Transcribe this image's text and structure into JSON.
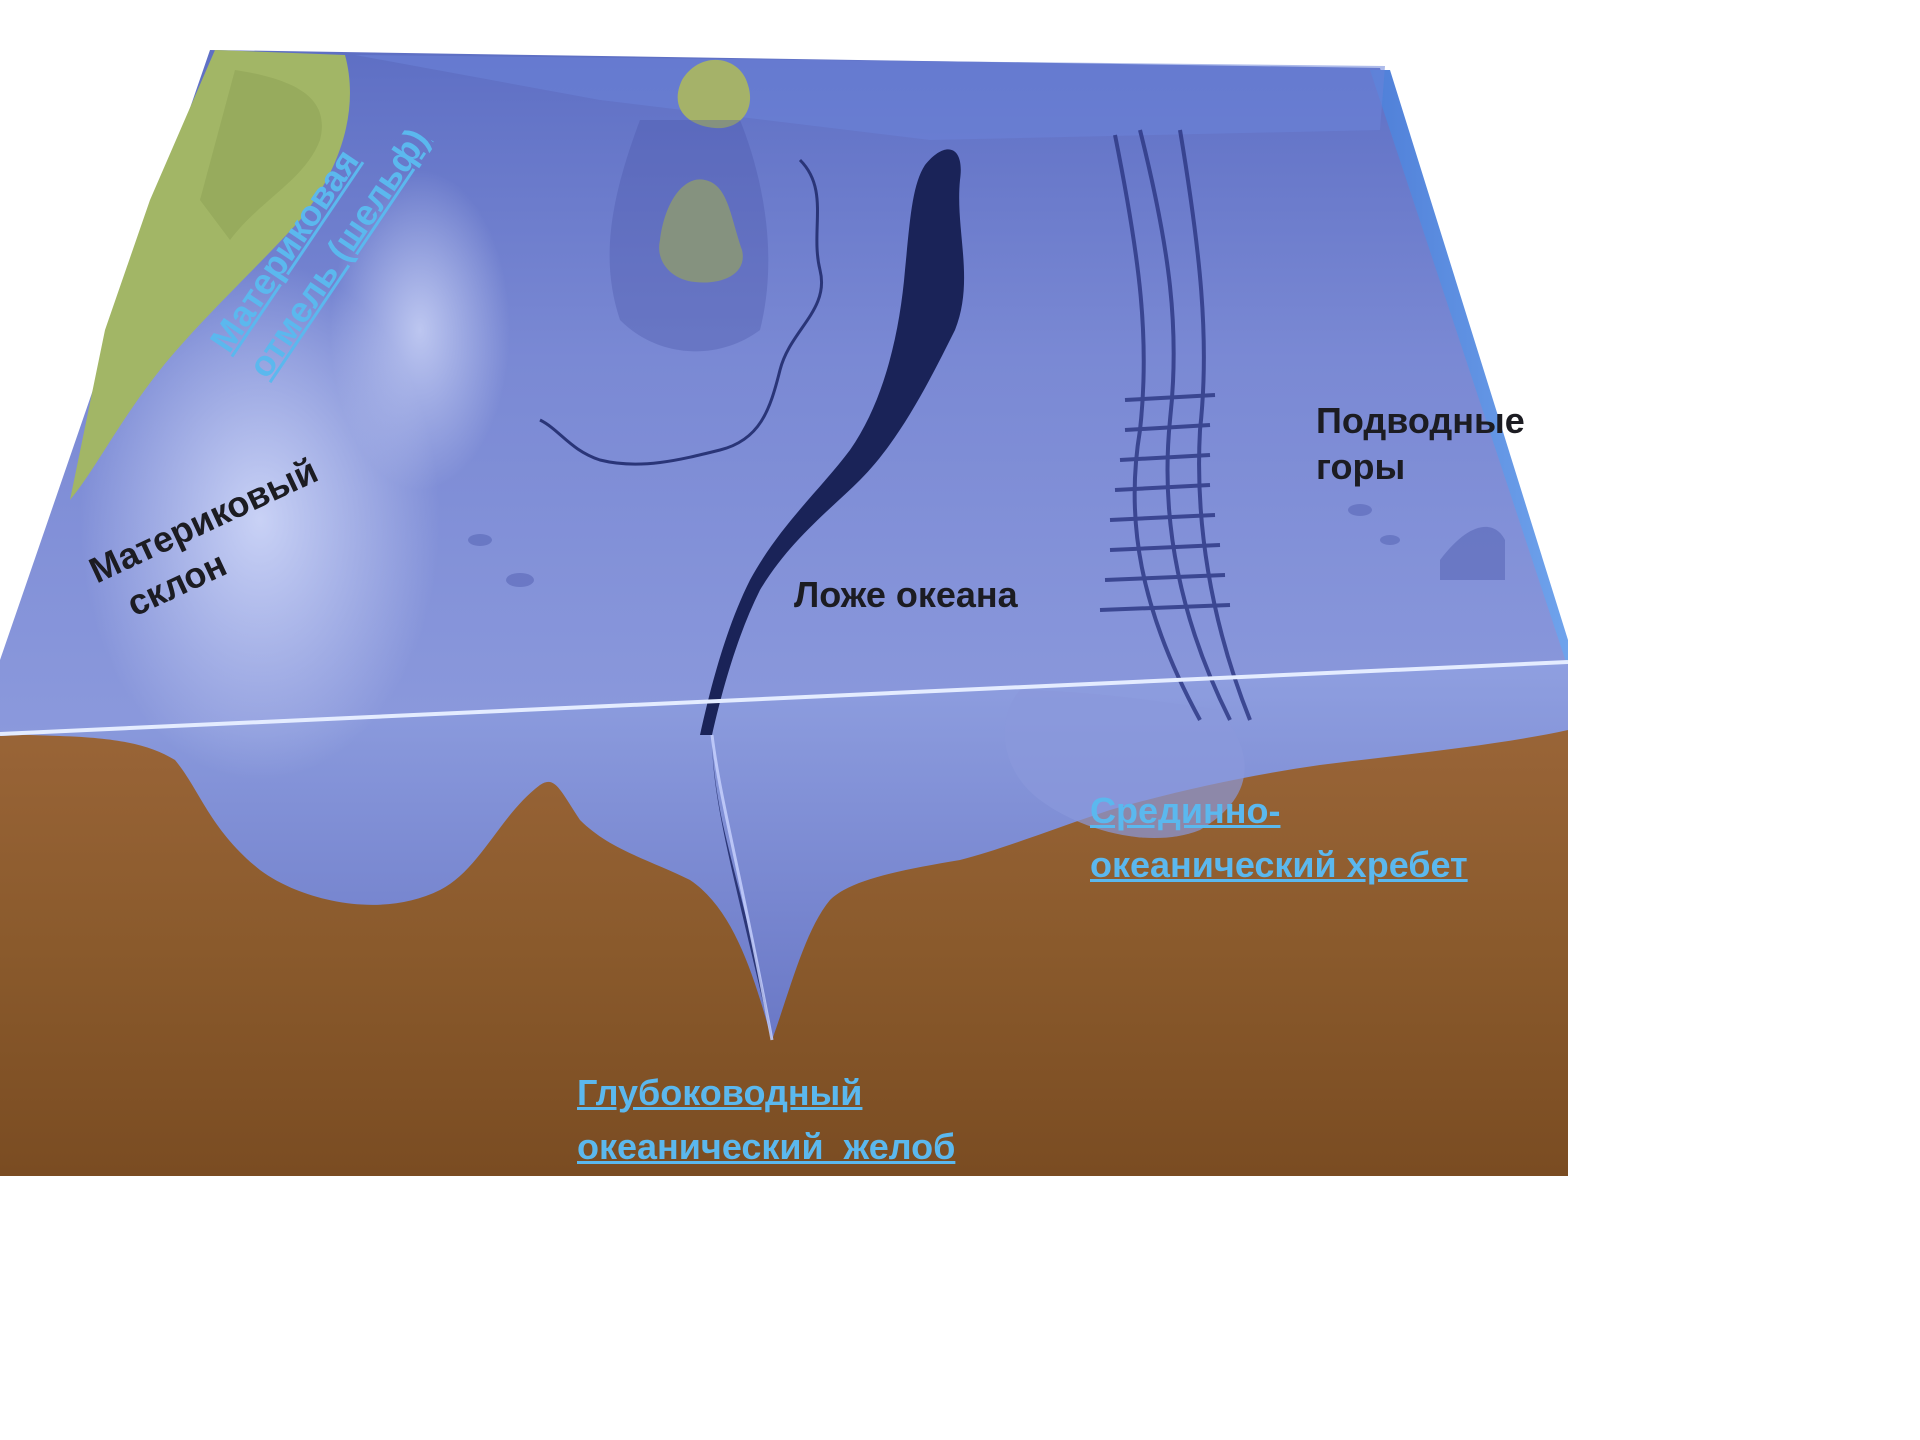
{
  "labels": {
    "shelf": {
      "line1": "Материковая",
      "line2": "отмель (шельф)"
    },
    "slope": {
      "line1": "Материковый",
      "line2": "склон"
    },
    "seamounts": {
      "line1": "Подводные",
      "line2": "горы"
    },
    "ocean_floor": {
      "line1": "Ложе океана"
    },
    "ridge": {
      "line1": "Срединно-",
      "line2": "океанический хребет"
    },
    "trench": {
      "line1": "Глубоководный",
      "line2": "океанический  желоб"
    }
  },
  "colors": {
    "water": "#7f8fd6",
    "water_dark": "#3b4790",
    "trench": "#1a2358",
    "land": "#9bb25c",
    "earth": "#8a5a2c",
    "link": "#5bb8ee",
    "text": "#1c1c22"
  }
}
